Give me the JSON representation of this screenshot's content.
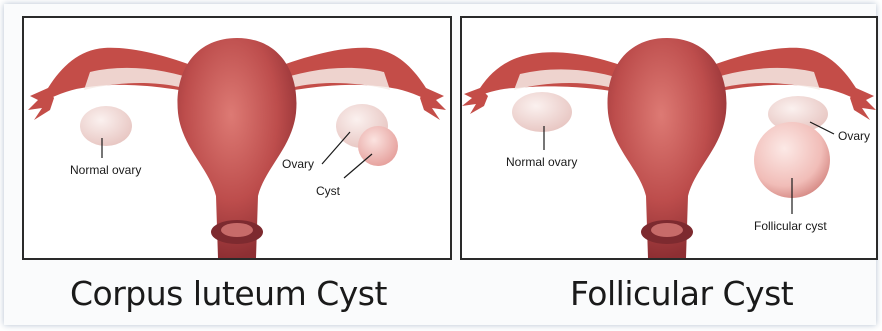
{
  "panels": [
    {
      "name": "corpus-luteum",
      "labels": {
        "normal_ovary": "Normal ovary",
        "ovary": "Ovary",
        "cyst": "Cyst"
      },
      "caption": "Corpus luteum Cyst"
    },
    {
      "name": "follicular",
      "labels": {
        "normal_ovary": "Normal ovary",
        "ovary": "Ovary",
        "cyst": "Follicular cyst"
      },
      "caption": "Follicular Cyst"
    }
  ],
  "colors": {
    "uterus": "#b8494a",
    "uterus_highlight": "#d66b66",
    "ovary": "#f4dedb",
    "cyst": "#f0b7b3",
    "tube": "#c44d48"
  }
}
